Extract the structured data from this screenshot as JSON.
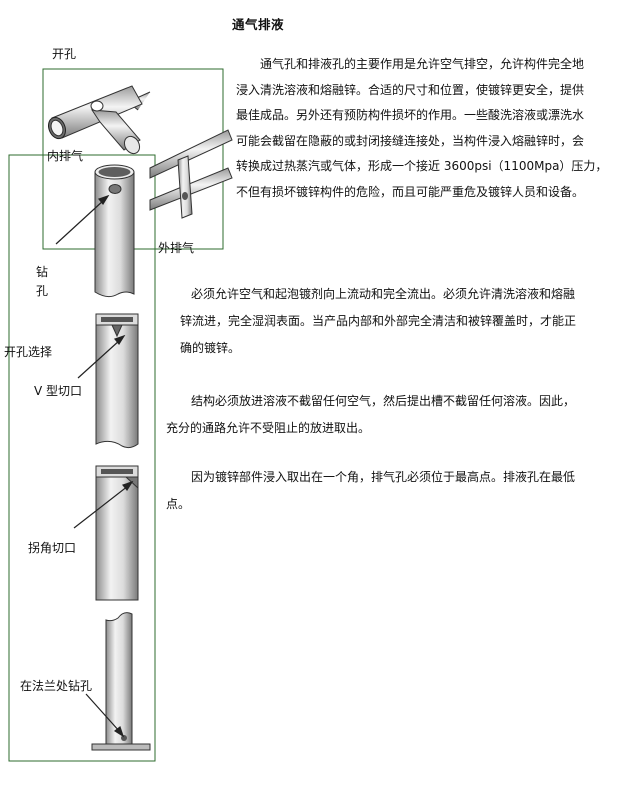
{
  "title": "通气排液",
  "labels": {
    "open_hole": "开孔",
    "inner_vent": "内排气",
    "outer_vent": "外排气",
    "drill_1": "钻",
    "drill_2": "孔",
    "hole_select": "开孔选择",
    "v_cut": "V 型切口",
    "corner_cut": "拐角切口",
    "flange_drill": "在法兰处钻孔"
  },
  "paragraphs": {
    "p1": [
      "通气孔和排液孔的主要作用是允许空气排空，允许构件完全地",
      "浸入清洗溶液和熔融锌。合适的尺寸和位置，使镀锌更安全，提供",
      "最佳成品。另外还有预防构件损坏的作用。一些酸洗溶液或漂洗水",
      "可能会截留在隐蔽的或封闭接缝连接处，当构件浸入熔融锌时，会",
      "转换成过热蒸汽或气体，形成一个接近 3600psi（1100Mpa）压力，",
      "不但有损坏镀锌构件的危险，而且可能严重危及镀锌人员和设备。"
    ],
    "p2": [
      "必须允许空气和起泡镀剂向上流动和完全流出。必须允许清洗溶液和熔融",
      "锌流进，完全湿润表面。当产品内部和外部完全清洁和被锌覆盖时，才能正",
      "确的镀锌。"
    ],
    "p3": [
      "结构必须放进溶液不截留任何空气，然后提出槽不截留任何溶液。因此，",
      "充分的通路允许不受阻止的放进取出。"
    ],
    "p4": [
      "因为镀锌部件浸入取出在一个角，排气孔必须位于最高点。排液孔在最低",
      "点。"
    ]
  },
  "colors": {
    "frame": "#2e6b2e",
    "pipe_dark": "#8c8c8c",
    "pipe_light": "#f2f2f2"
  }
}
